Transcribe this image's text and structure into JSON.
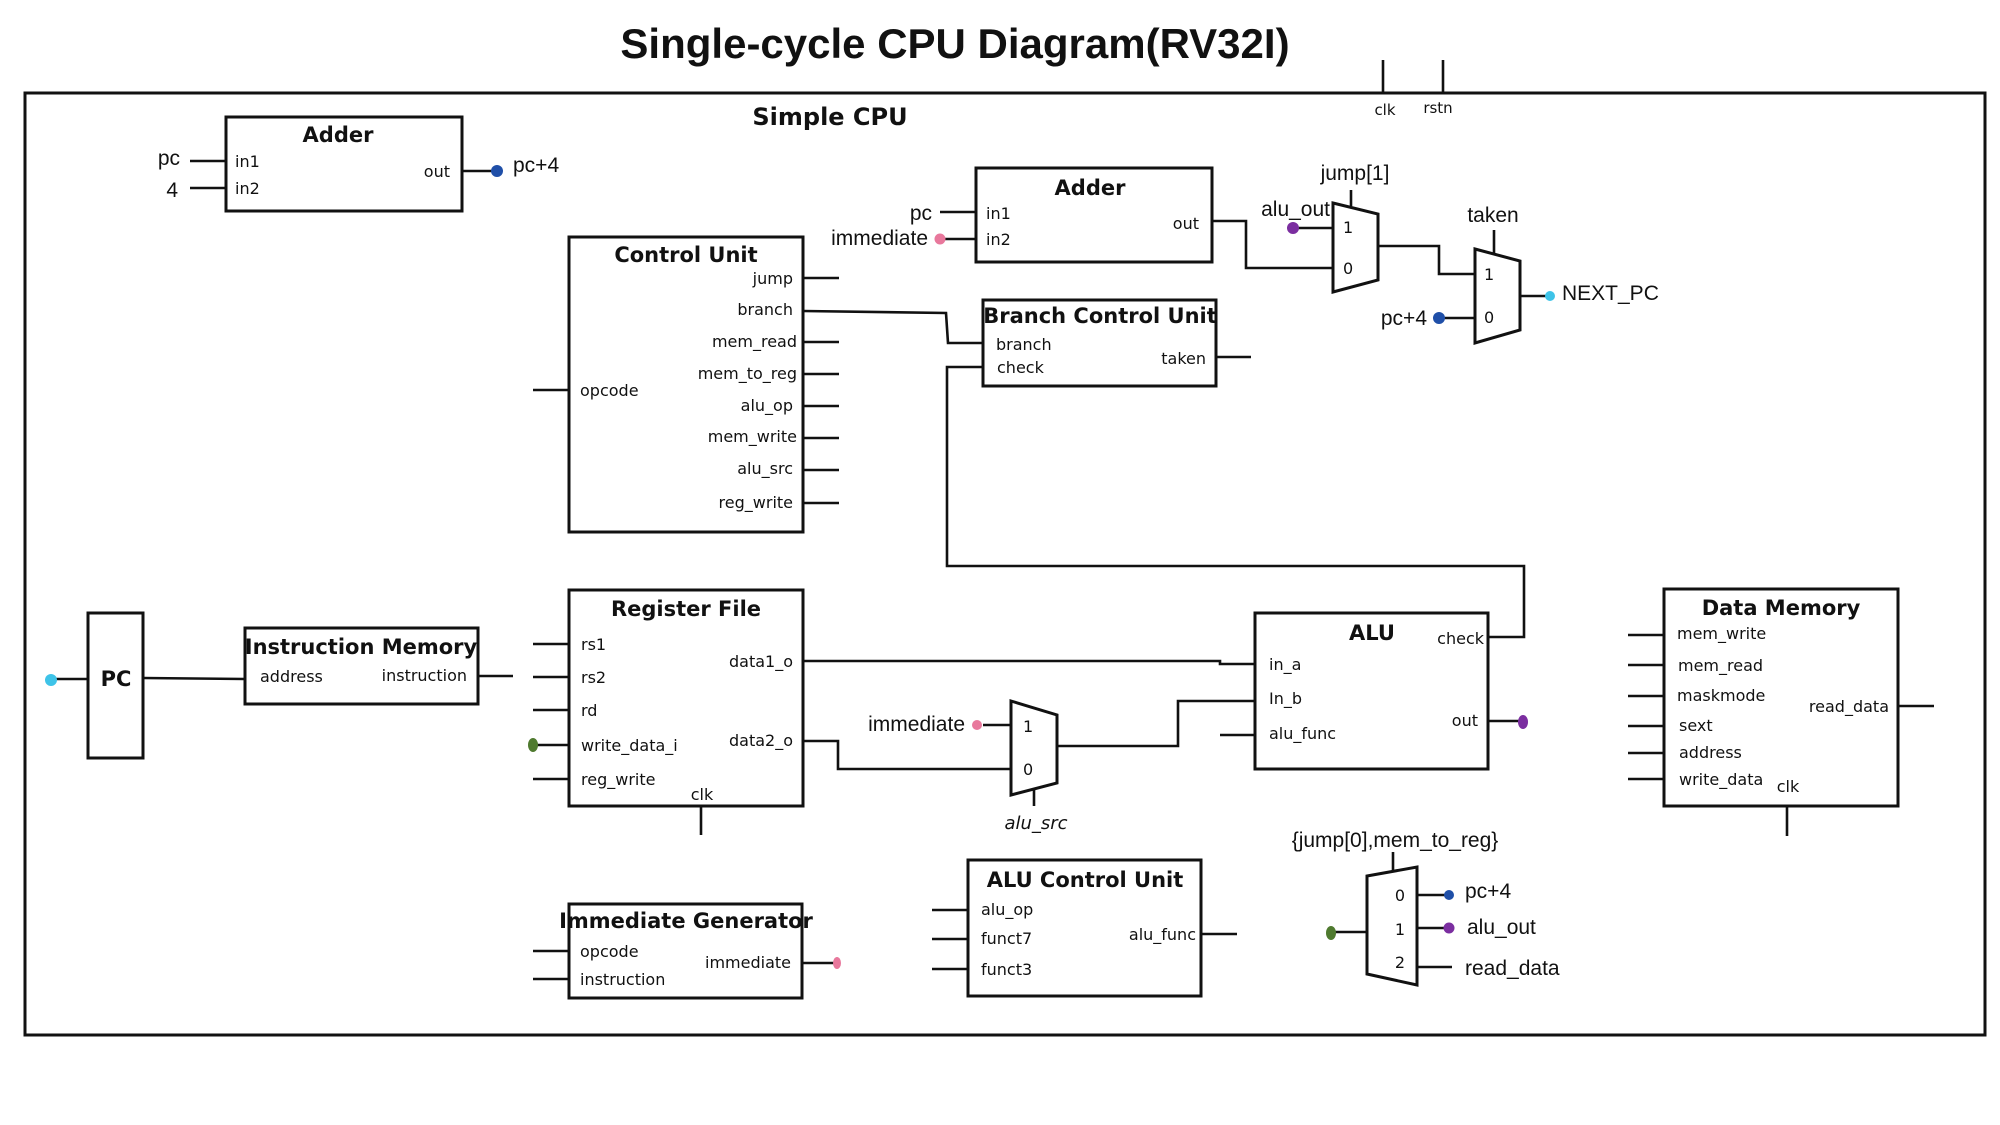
{
  "title": "Single-cycle CPU Diagram(RV32I)",
  "cpu_label": "Simple CPU",
  "top_signals": {
    "clk": "clk",
    "rstn": "rstn"
  },
  "colors": {
    "pink": "#e8789c",
    "blue": "#1f4fa8",
    "purple": "#7b2ea0",
    "green": "#4f7a2f",
    "cyan": "#3ec3e8"
  },
  "adder_pc4": {
    "title": "Adder",
    "in1": "in1",
    "in2": "in2",
    "out": "out",
    "sig_pc": "pc",
    "sig_4": "4",
    "sig_out": "pc+4"
  },
  "adder_branch": {
    "title": "Adder",
    "in1": "in1",
    "in2": "in2",
    "out": "out",
    "sig_pc": "pc",
    "sig_imm": "immediate"
  },
  "control_unit": {
    "title": "Control Unit",
    "opcode": "opcode",
    "outputs": [
      "jump",
      "branch",
      "mem_read",
      "mem_to_reg",
      "alu_op",
      "mem_write",
      "alu_src",
      "reg_write"
    ]
  },
  "branch_control_unit": {
    "title": "Branch Control Unit",
    "branch": "branch",
    "check": "check",
    "taken": "taken"
  },
  "mux_jump": {
    "select": "jump[1]",
    "in1_label": "alu_out",
    "port1": "1",
    "port0": "0"
  },
  "mux_taken": {
    "select": "taken",
    "in0_label": "pc+4",
    "out_label": "NEXT_PC",
    "port1": "1",
    "port0": "0"
  },
  "pc": {
    "title": "PC"
  },
  "instruction_memory": {
    "title": "Instruction Memory",
    "address": "address",
    "instruction": "instruction"
  },
  "register_file": {
    "title": "Register File",
    "rs1": "rs1",
    "rs2": "rs2",
    "rd": "rd",
    "write_data": "write_data_i",
    "reg_write": "reg_write",
    "data1": "data1_o",
    "data2": "data2_o",
    "clk": "clk"
  },
  "mux_alu_src": {
    "in1_label": "immediate",
    "port1": "1",
    "port0": "0",
    "select": "alu_src"
  },
  "alu": {
    "title": "ALU",
    "in_a": "in_a",
    "in_b": "In_b",
    "alu_func": "alu_func",
    "check": "check",
    "out": "out"
  },
  "data_memory": {
    "title": "Data Memory",
    "inputs": [
      "mem_write",
      "mem_read",
      "maskmode",
      "sext",
      "address",
      "write_data"
    ],
    "read_data": "read_data",
    "clk": "clk"
  },
  "immediate_generator": {
    "title": "Immediate Generator",
    "opcode": "opcode",
    "instruction": "instruction",
    "immediate": "immediate"
  },
  "alu_control_unit": {
    "title": "ALU Control Unit",
    "alu_op": "alu_op",
    "funct7": "funct7",
    "funct3": "funct3",
    "alu_func": "alu_func"
  },
  "mux_writeback": {
    "select": "{jump[0],mem_to_reg}",
    "port0": "0",
    "port1": "1",
    "port2": "2",
    "in0": "pc+4",
    "in1": "alu_out",
    "in2": "read_data"
  }
}
